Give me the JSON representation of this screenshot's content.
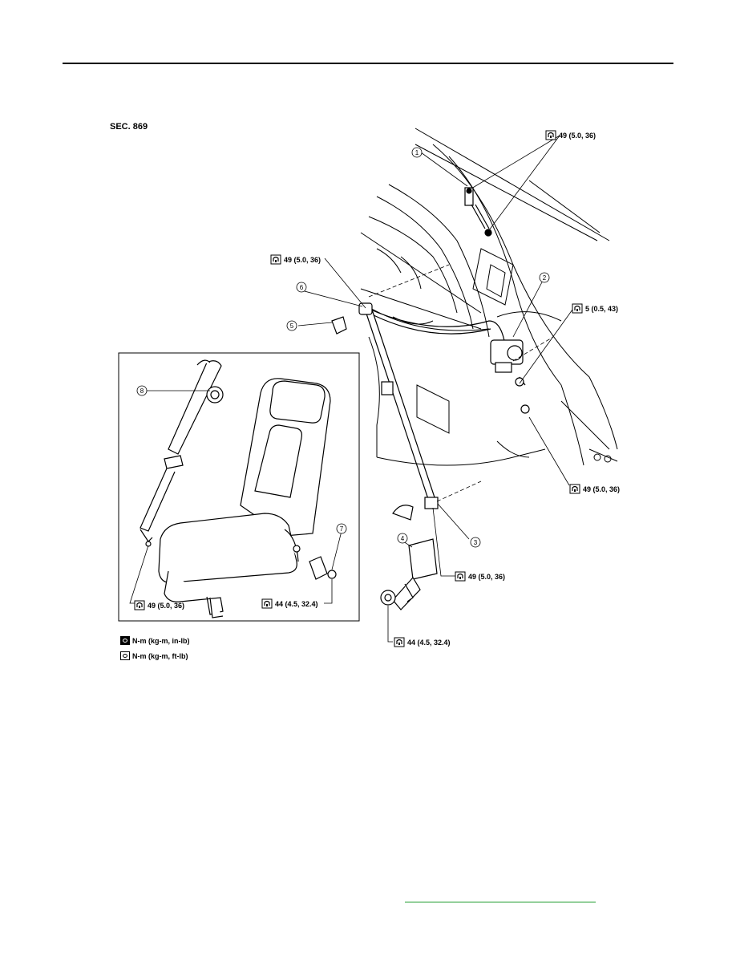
{
  "header": {
    "section_code": "SEC. 869"
  },
  "callouts": [
    {
      "id": "1",
      "label": "1"
    },
    {
      "id": "2",
      "label": "2"
    },
    {
      "id": "3",
      "label": "3"
    },
    {
      "id": "4",
      "label": "4"
    },
    {
      "id": "5",
      "label": "5"
    },
    {
      "id": "6",
      "label": "6"
    },
    {
      "id": "7",
      "label": "7"
    },
    {
      "id": "8",
      "label": "8"
    }
  ],
  "torques": {
    "t_top": "49 (5.0, 36)",
    "t_anchor": "49 (5.0, 36)",
    "t_retractor": "5 (0.5, 43)",
    "t_right": "49 (5.0, 36)",
    "t_lower": "49 (5.0, 36)",
    "t_buckle_main": "44 (4.5, 32.4)",
    "t_inset_anchor": "49 (5.0, 36)",
    "t_inset_buckle": "44 (4.5, 32.4)"
  },
  "legend": {
    "nm_in_lb": "N-m (kg-m, in-lb)",
    "nm_ft_lb": "N-m (kg-m, ft-lb)"
  },
  "colors": {
    "line": "#000000",
    "link": "#1a9a2a"
  }
}
